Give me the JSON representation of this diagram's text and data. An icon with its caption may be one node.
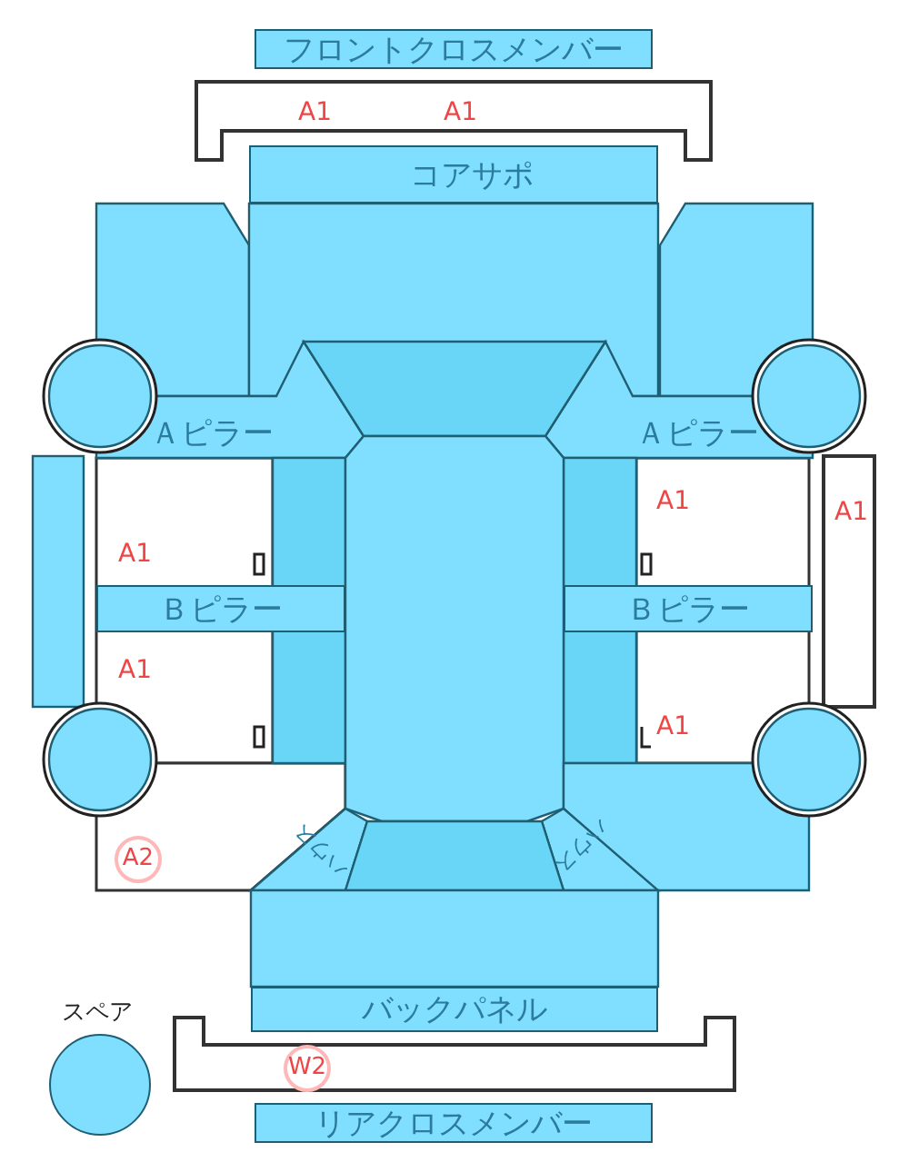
{
  "diagram": {
    "nodes": [
      {
        "text": [
          "フロントクロスメンバー"
        ]
      },
      {
        "text": [
          "コアサポ"
        ]
      },
      {
        "text": [
          "Ａピラー"
        ]
      },
      {
        "text": [
          "Ａピラー"
        ]
      },
      {
        "text": [
          "Ｂピラー"
        ]
      },
      {
        "text": [
          "Ｂピラー"
        ]
      },
      {
        "text": [
          "バックパネル"
        ]
      },
      {
        "text": [],
        "shape": "circle",
        "beside": [
          "スペア"
        ]
      },
      {
        "text": [
          "リアクロスメンバー"
        ]
      }
    ],
    "edges": [],
    "labels": [
      "A1",
      "A1",
      "A1",
      "A1",
      "A1",
      "A1",
      "A1",
      "ハウス",
      "ハウス",
      "A2",
      "W2"
    ]
  }
}
